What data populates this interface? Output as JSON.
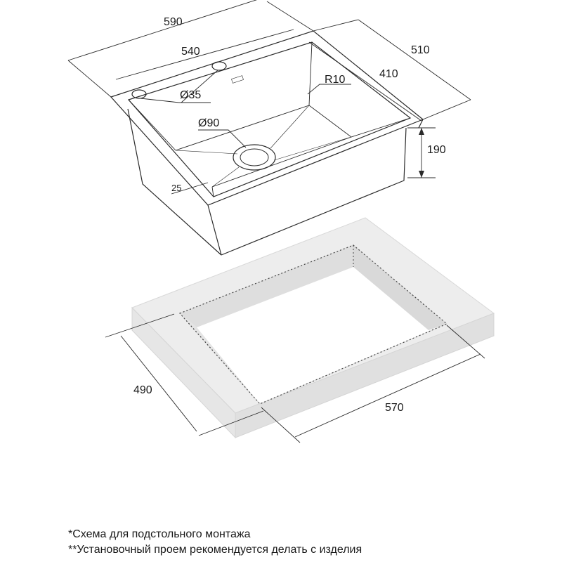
{
  "dimensions": {
    "sink_outer_width": "590",
    "bowl_width": "540",
    "sink_outer_depth": "510",
    "bowl_depth": "410",
    "corner_radius": "R10",
    "tap_hole": "Ø35",
    "drain": "Ø90",
    "bowl_height": "190",
    "rim": "25",
    "cutout_depth": "490",
    "cutout_width": "570"
  },
  "notes": {
    "line1": "*Схема для подстольного монтажа",
    "line2": "**Установочный проем рекомендуется делать с изделия"
  },
  "colors": {
    "line": "#2a2a2a",
    "countertop_face": "#ededed",
    "countertop_side": "#e0e0e0",
    "cutout_inner": "#dedede"
  }
}
